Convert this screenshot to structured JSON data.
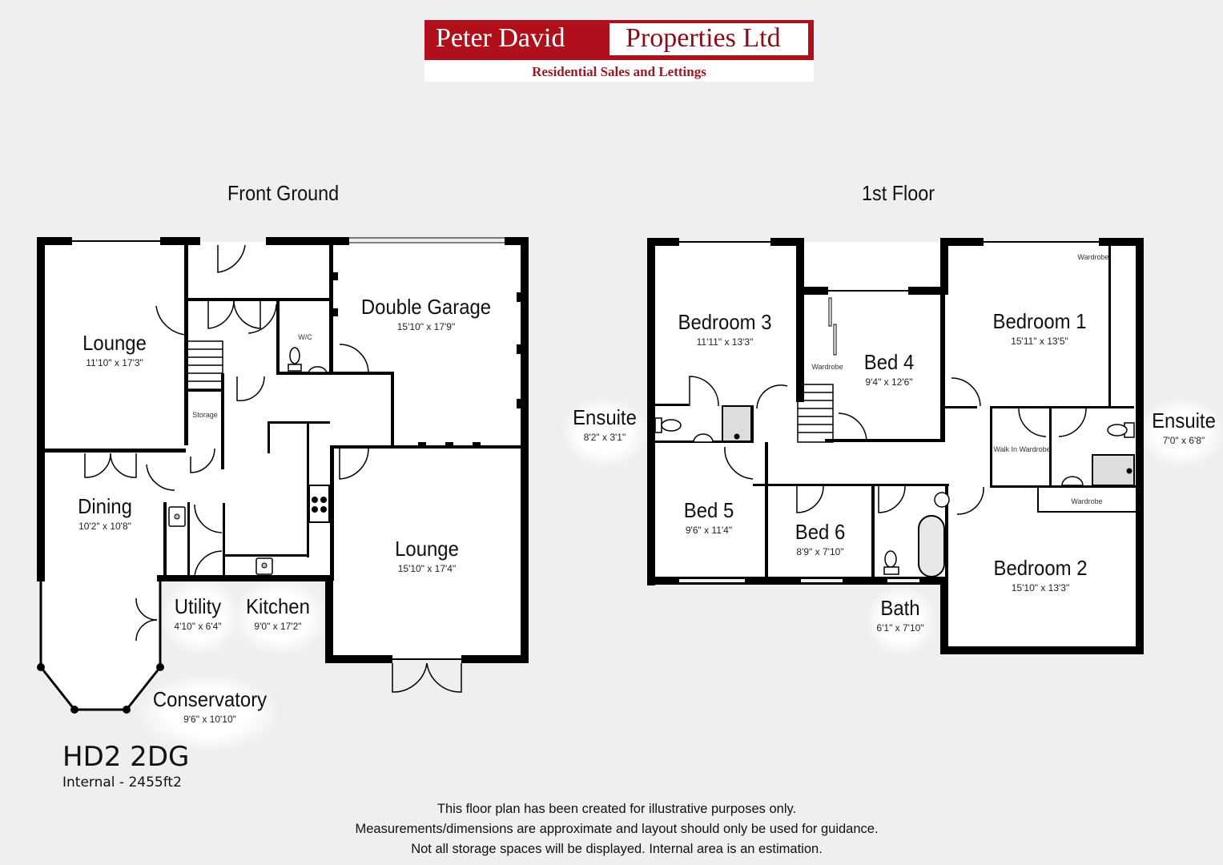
{
  "logo": {
    "left_text": "Peter David",
    "right_text": "Properties Ltd",
    "tagline": "Residential Sales and Lettings",
    "brand_color": "#b0101c"
  },
  "floors": {
    "ground": {
      "title": "Front Ground",
      "rooms": [
        {
          "name": "Lounge",
          "dims": "11'10\" x 17'3\""
        },
        {
          "name": "Double Garage",
          "dims": "15'10\" x 17'9\""
        },
        {
          "name": "Dining",
          "dims": "10'2\" x 10'8\""
        },
        {
          "name": "Lounge",
          "dims": "15'10\" x 17'4\""
        },
        {
          "name": "Utility",
          "dims": "4'10\" x 6'4\""
        },
        {
          "name": "Kitchen",
          "dims": "9'0\" x 17'2\""
        },
        {
          "name": "Conservatory",
          "dims": "9'6\" x 10'10\""
        }
      ],
      "labels": {
        "wc": "W/C",
        "storage": "Storage"
      }
    },
    "first": {
      "title": "1st Floor",
      "rooms": [
        {
          "name": "Bedroom 3",
          "dims": "11'11\" x 13'3\""
        },
        {
          "name": "Bed 4",
          "dims": "9'4\" x 12'6\""
        },
        {
          "name": "Bedroom 1",
          "dims": "15'11\" x 13'5\""
        },
        {
          "name": "Ensuite",
          "dims": "8'2\" x 3'1\""
        },
        {
          "name": "Ensuite",
          "dims": "7'0\" x 6'8\""
        },
        {
          "name": "Bed 5",
          "dims": "9'6\" x 11'4\""
        },
        {
          "name": "Bed 6",
          "dims": "8'9\" x 7'10\""
        },
        {
          "name": "Bedroom 2",
          "dims": "15'10\" x 13'3\""
        },
        {
          "name": "Bath",
          "dims": "6'1\" x 7'10\""
        }
      ],
      "labels": {
        "wardrobe_bed4": "Wardrobe",
        "wardrobe_bed1": "Wardrobe",
        "walk_in": "Walk In Wardrobe",
        "wardrobe_bed2": "Wardrobe"
      }
    }
  },
  "property": {
    "postcode": "HD2 2DG",
    "internal_area": "Internal - 2455ft2"
  },
  "disclaimer": [
    "This floor plan has been created for illustrative purposes only.",
    "Measurements/dimensions are approximate and layout should only be used for guidance.",
    "Not all storage spaces will be displayed. Internal area is an estimation."
  ]
}
